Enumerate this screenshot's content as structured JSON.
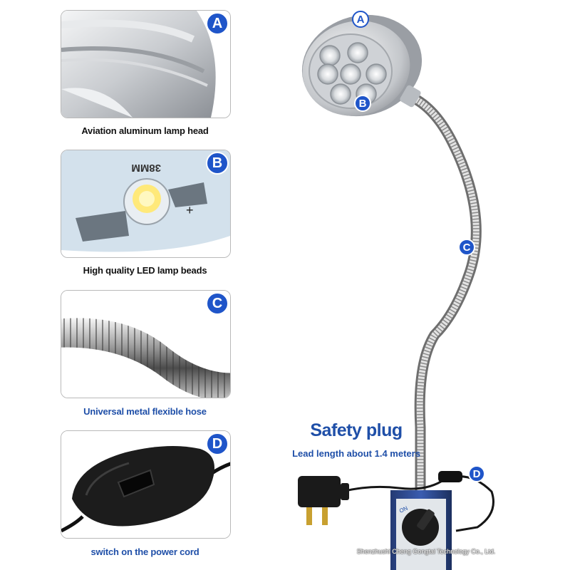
{
  "features": [
    {
      "badge": "A",
      "caption": "Aviation aluminum lamp head"
    },
    {
      "badge": "B",
      "caption": "High quality LED lamp beads"
    },
    {
      "badge": "C",
      "caption": "Universal metal flexible hose"
    },
    {
      "badge": "D",
      "caption": "switch on the power cord"
    }
  ],
  "lamp_markers": [
    "A",
    "B",
    "C",
    "D"
  ],
  "plug": {
    "title": "Safety plug",
    "subtitle": "Lead length about 1.4 meters"
  },
  "watermark": "Shenzhushi Cheng Gongtai Technology Co., Ltd.",
  "led_board_text": "38MM",
  "led_polarity": "+",
  "knob_label": "ON",
  "colors": {
    "badge_blue": "#1f55c9",
    "caption_dark": "#111111",
    "caption_blue": "#1f4fa8"
  }
}
